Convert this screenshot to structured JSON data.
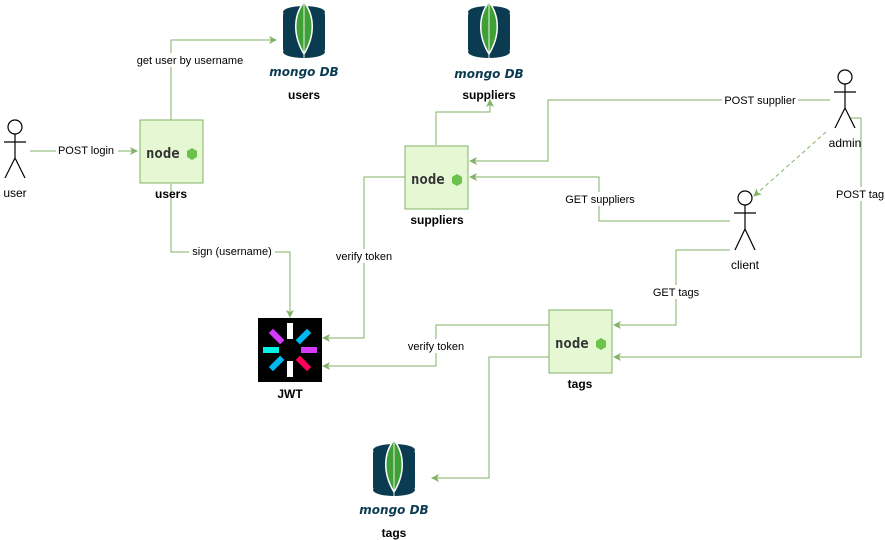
{
  "colors": {
    "edge": "#82b366",
    "node_fill": "#e6f7d4",
    "mongo_dark": "#0b3b50",
    "mongo_green": "#3fa037"
  },
  "actors": {
    "user": "user",
    "client": "client",
    "admin": "admin"
  },
  "services": {
    "users": {
      "logo": "node",
      "label": "users"
    },
    "suppliers": {
      "logo": "node",
      "label": "suppliers"
    },
    "tags": {
      "logo": "node",
      "label": "tags"
    }
  },
  "databases": {
    "users": {
      "logo": "mongo DB",
      "label": "users"
    },
    "suppliers": {
      "logo": "mongo DB",
      "label": "suppliers"
    },
    "tags": {
      "logo": "mongo DB",
      "label": "tags"
    }
  },
  "jwt": {
    "label": "JWT",
    "icon": "jwt-logo-icon"
  },
  "edges": {
    "post_login": "POST login",
    "get_user_by_username": "get user by username",
    "sign_username": "sign (username)",
    "verify_token_suppliers": "verify token",
    "verify_token_tags": "verify token",
    "post_supplier": "POST supplier",
    "get_suppliers": "GET suppliers",
    "get_tags": "GET tags",
    "post_tag": "POST tag"
  }
}
